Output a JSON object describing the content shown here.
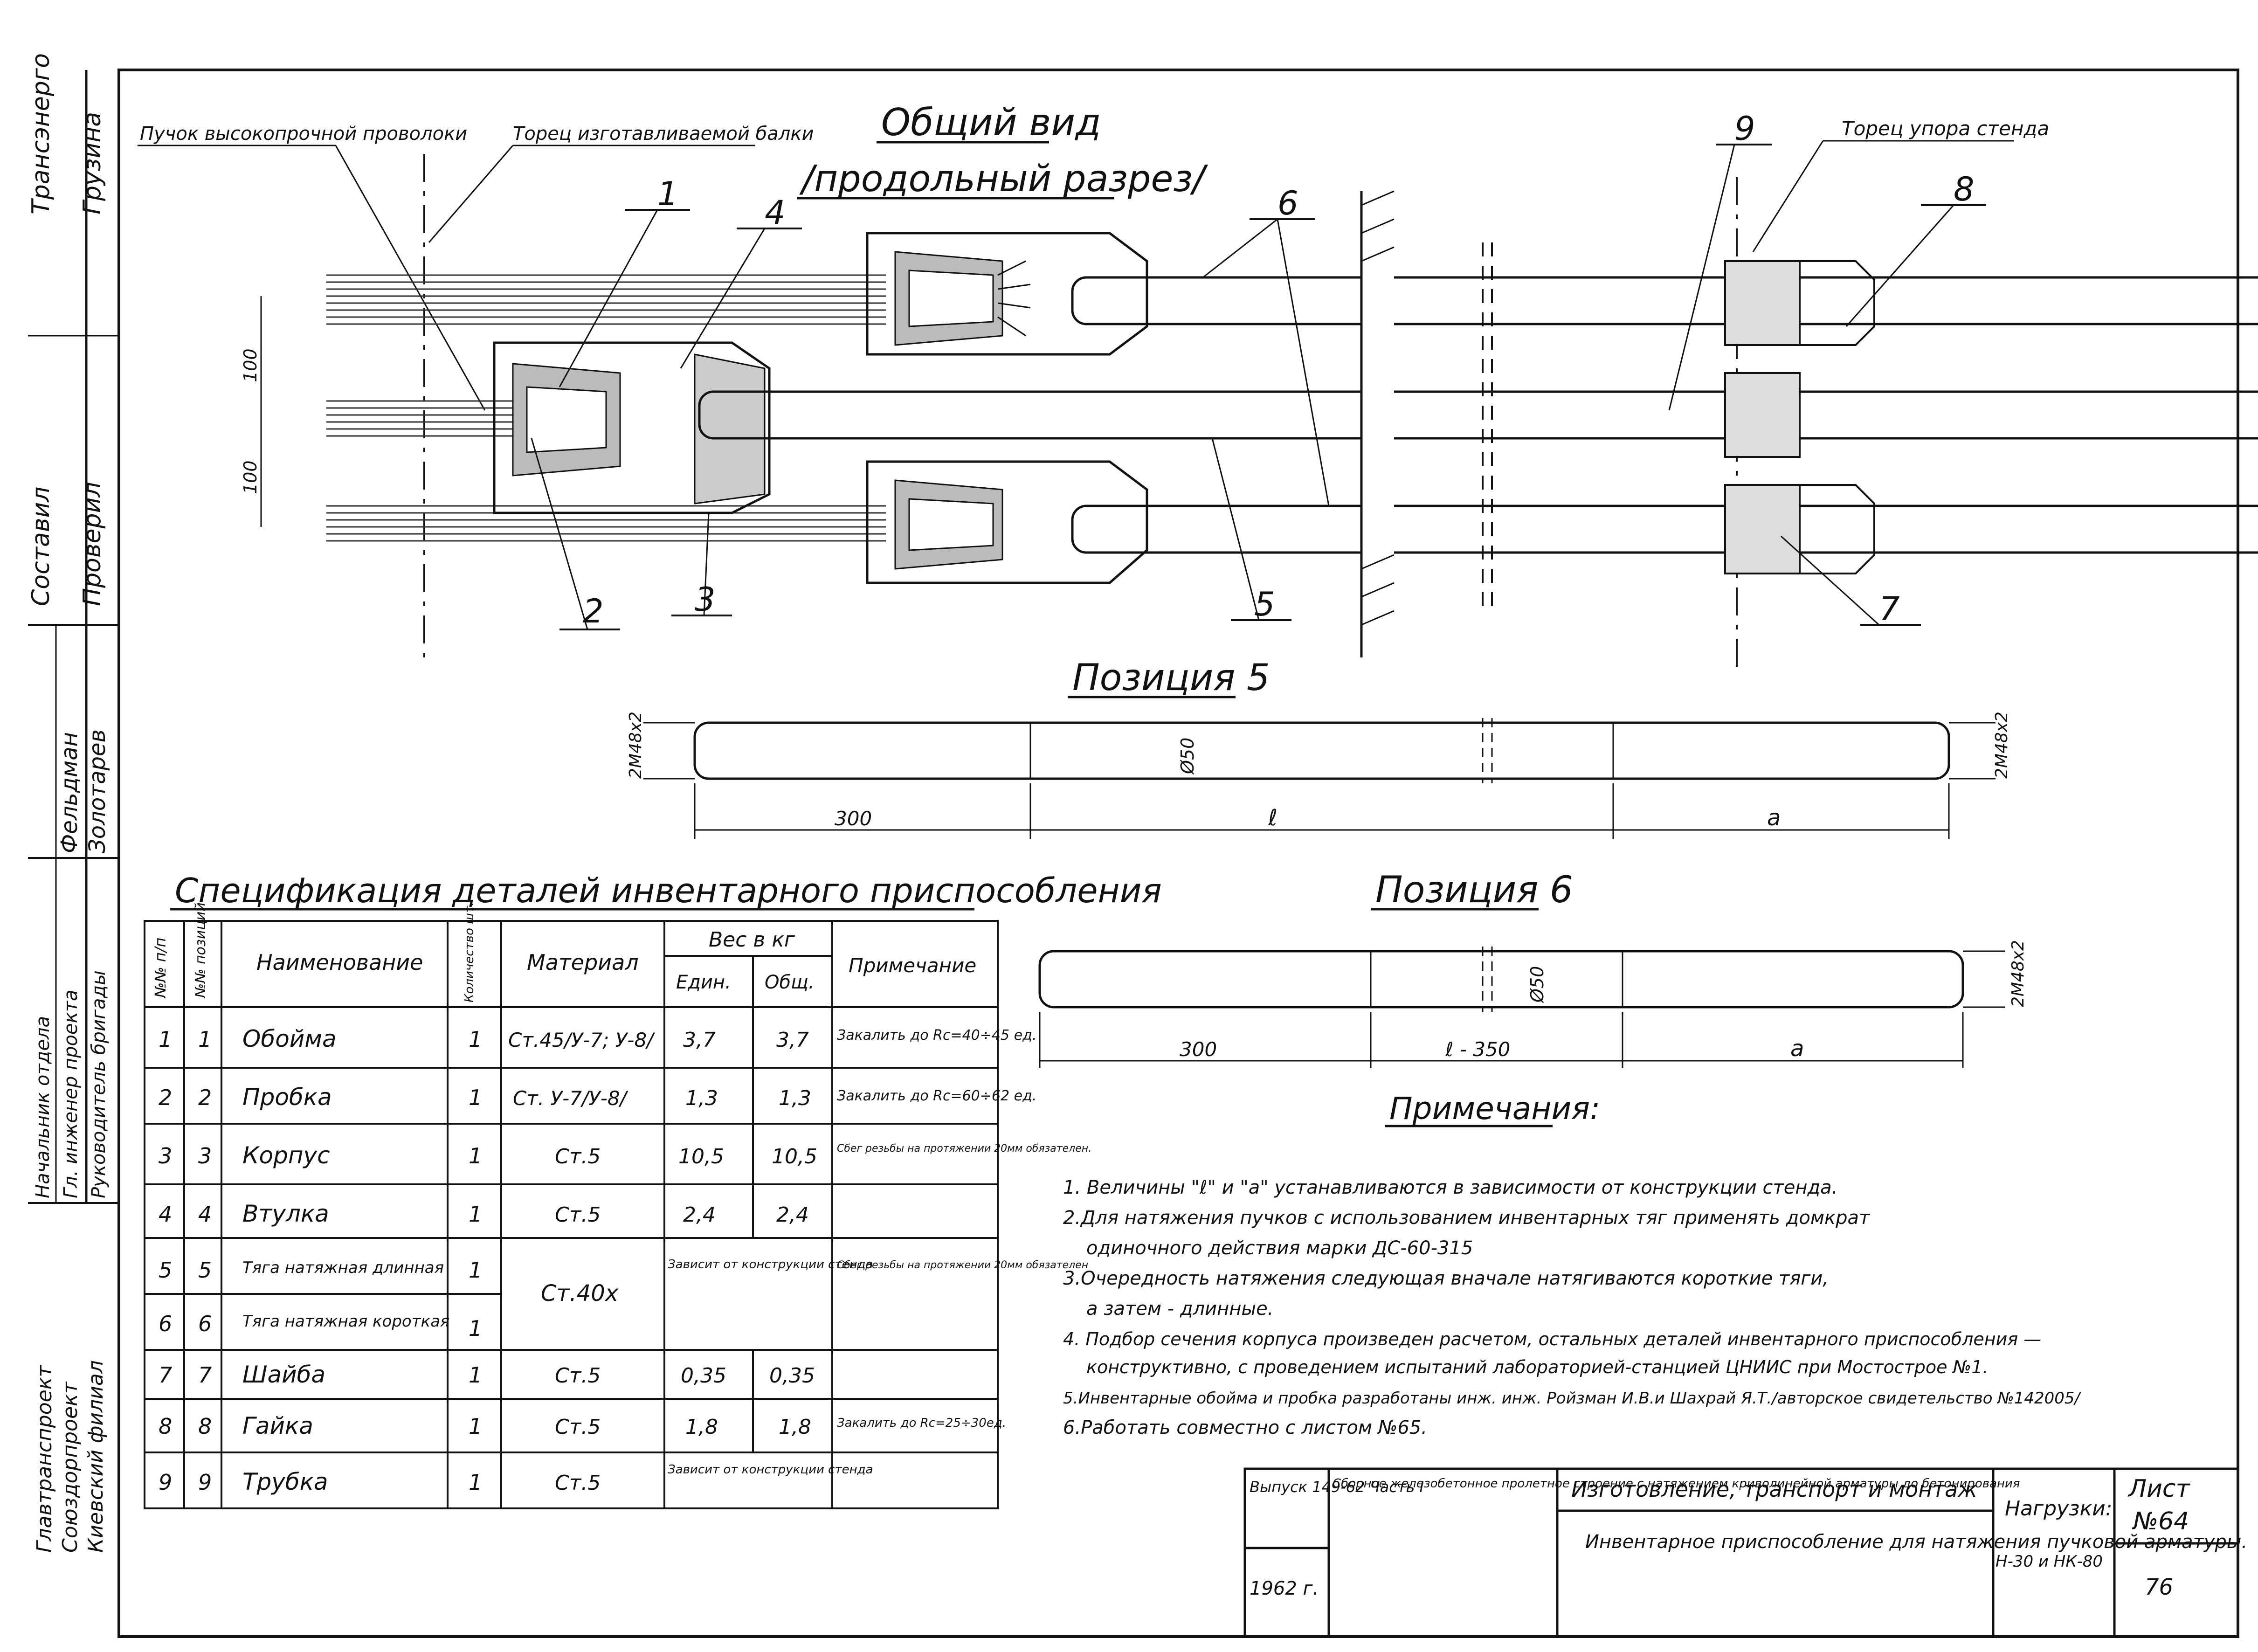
{
  "general_view": {
    "title": "Общий вид",
    "subtitle": "/продольный разрез/",
    "callouts": {
      "bundle": "Пучок высокопрочной проволоки",
      "beam_end": "Торец изготавливаемой балки",
      "stand_end": "Торец упора стенда"
    },
    "dims": {
      "d1": "100",
      "d2": "100"
    },
    "positions": [
      "1",
      "2",
      "3",
      "4",
      "5",
      "6",
      "7",
      "8",
      "9"
    ]
  },
  "position5": {
    "title": "Позиция 5",
    "thread_left": "2М48х2",
    "thread_right": "2М48х2",
    "diameter": "Ø50",
    "dim_a": "300",
    "dim_b": "ℓ",
    "dim_c": "а"
  },
  "position6": {
    "title": "Позиция 6",
    "thread_right": "2М48х2",
    "diameter": "Ø50",
    "dim_a": "300",
    "dim_b": "ℓ - 350",
    "dim_c": "а"
  },
  "spec": {
    "title": "Спецификация деталей инвентарного приспособления",
    "headers": {
      "no": "№№ п/п",
      "pos": "№№ позиций",
      "name": "Наименование",
      "qty": "Количество шт.",
      "material": "Материал",
      "weight": "Вес в кг",
      "w_unit": "Един.",
      "w_total": "Общ.",
      "note": "Примечание"
    },
    "rows": [
      {
        "no": "1",
        "pos": "1",
        "name": "Обойма",
        "qty": "1",
        "material": "Ст.45/У-7; У-8/",
        "unit": "3,7",
        "total": "3,7",
        "note": "Закалить до Rс=40÷45 ед."
      },
      {
        "no": "2",
        "pos": "2",
        "name": "Пробка",
        "qty": "1",
        "material": "Ст. У-7/У-8/",
        "unit": "1,3",
        "total": "1,3",
        "note": "Закалить до Rс=60÷62 ед."
      },
      {
        "no": "3",
        "pos": "3",
        "name": "Корпус",
        "qty": "1",
        "material": "Ст.5",
        "unit": "10,5",
        "total": "10,5",
        "note": "Сбег резьбы на протяжении 20мм обязателен."
      },
      {
        "no": "4",
        "pos": "4",
        "name": "Втулка",
        "qty": "1",
        "material": "Ст.5",
        "unit": "2,4",
        "total": "2,4",
        "note": ""
      },
      {
        "no": "5",
        "pos": "5",
        "name": "Тяга натяжная длинная",
        "qty": "1",
        "material": "",
        "unit": "",
        "total": "",
        "note": ""
      },
      {
        "no": "6",
        "pos": "6",
        "name": "Тяга натяжная короткая",
        "qty": "1",
        "material": "",
        "unit": "",
        "total": "",
        "note": ""
      },
      {
        "no": "7",
        "pos": "7",
        "name": "Шайба",
        "qty": "1",
        "material": "Ст.5",
        "unit": "0,35",
        "total": "0,35",
        "note": ""
      },
      {
        "no": "8",
        "pos": "8",
        "name": "Гайка",
        "qty": "1",
        "material": "Ст.5",
        "unit": "1,8",
        "total": "1,8",
        "note": "Закалить до Rс=25÷30ед."
      },
      {
        "no": "9",
        "pos": "9",
        "name": "Трубка",
        "qty": "1",
        "material": "Ст.5",
        "unit": "",
        "total": "",
        "note": ""
      }
    ],
    "merged_56": {
      "material": "Ст.40х",
      "weight": "Зависит от конструкции стенда",
      "note": "Сбег резьбы на протяжении 20мм обязателен"
    },
    "merged_9_weight": "Зависит от конструкции стенда"
  },
  "notes": {
    "title": "Примечания:",
    "items": [
      "1. Величины \"ℓ\" и \"а\" устанавливаются в зависимости от конструкции стенда.",
      "2.Для натяжения пучков с использованием инвентарных тяг применять домкрат",
      "одиночного действия марки ДС-60-315",
      "3.Очередность натяжения следующая вначале натягиваются короткие тяги,",
      "а затем - длинные.",
      "4. Подбор сечения корпуса произведен расчетом, остальных деталей инвентарного приспособления —",
      "конструктивно, с проведением испытаний лабораторией-станцией ЦНИИС при Мостострое №1.",
      "5.Инвентарные обойма и пробка разработаны инж. инж. Ройзман И.В.и Шахрай Я.Т./авторское свидетельство №142005/",
      "6.Работать совместно с листом №65."
    ]
  },
  "title_block": {
    "issue": "Выпуск 149-62 Часть I",
    "year": "1962 г.",
    "series": "Сборное железобетонное пролетное строение с натяжением криволинейной арматуры до бетонирования",
    "section": "Изготовление, транспорт и монтаж",
    "name": "Инвентарное приспособление для натяжения пучковой арматуры.",
    "load_label": "Нагрузки:",
    "load_value": "Н-30 и НК-80",
    "sheet_label": "Лист",
    "sheet_no": "№64",
    "page": "76"
  },
  "side_stamp": {
    "org": [
      "Трансэнерго",
      "Главтранспроект",
      "Союздорпроект",
      "Киевский филиал"
    ],
    "roles": [
      "Начальник отдела",
      "Гл. инженер проекта",
      "Руководитель бригады",
      "Составил",
      "Проверил"
    ],
    "people": [
      "Грузина",
      "Фельдман",
      "Золотарев"
    ]
  }
}
